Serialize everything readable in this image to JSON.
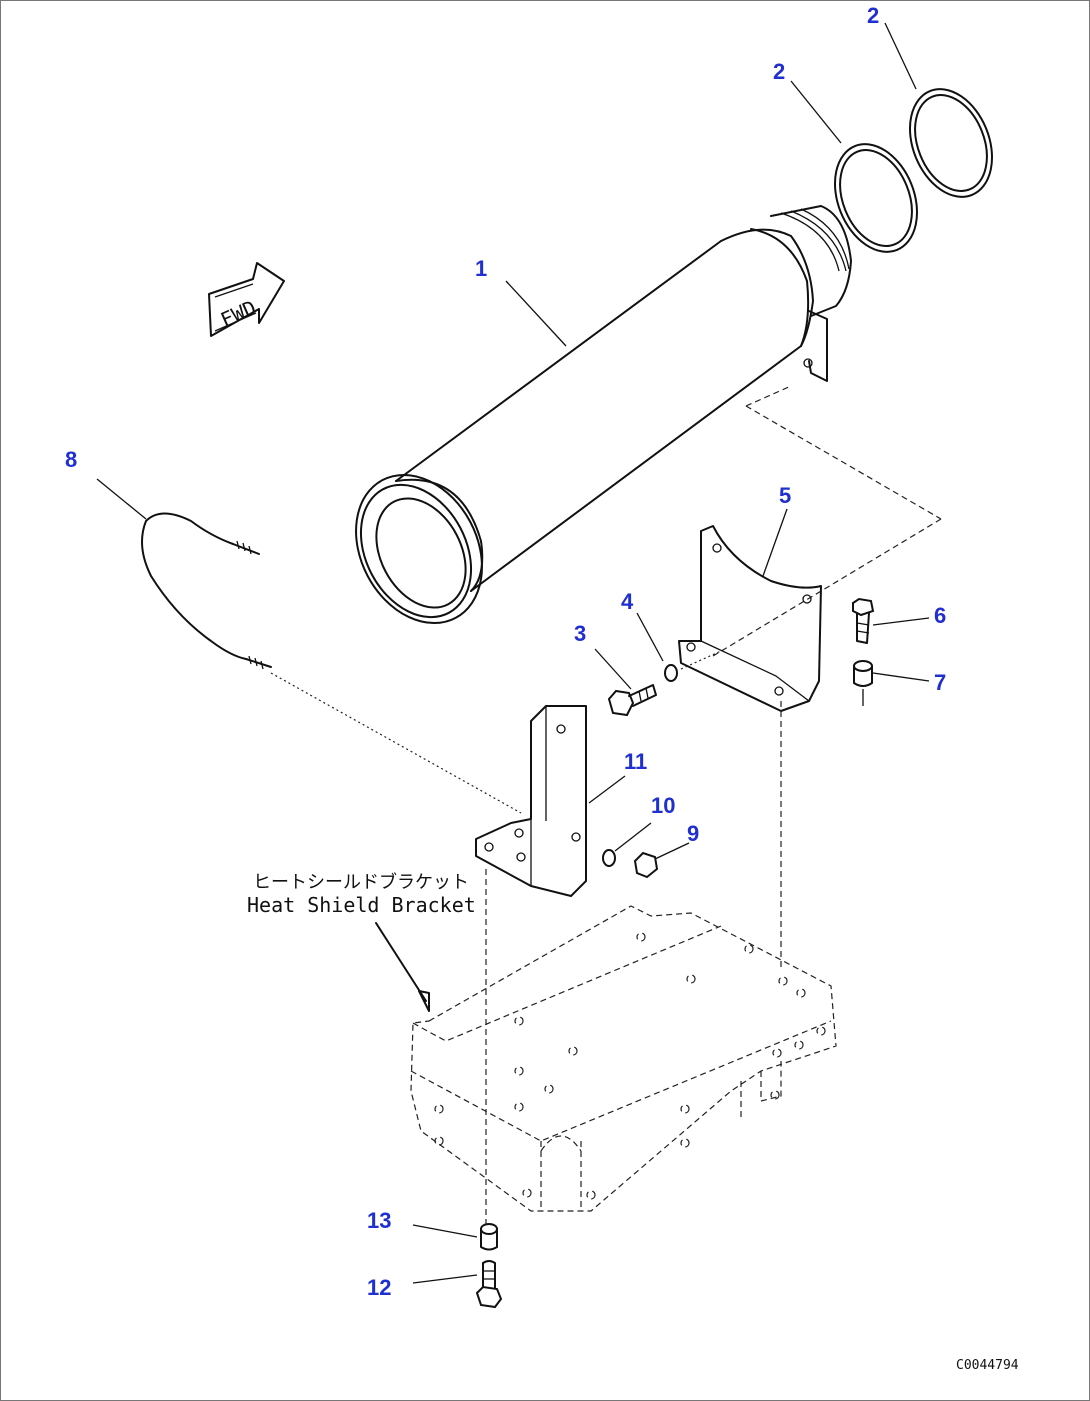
{
  "callouts": [
    {
      "id": "c2a",
      "label": "2"
    },
    {
      "id": "c2b",
      "label": "2"
    },
    {
      "id": "c1",
      "label": "1"
    },
    {
      "id": "c8",
      "label": "8"
    },
    {
      "id": "c5",
      "label": "5"
    },
    {
      "id": "c4",
      "label": "4"
    },
    {
      "id": "c3",
      "label": "3"
    },
    {
      "id": "c6",
      "label": "6"
    },
    {
      "id": "c7",
      "label": "7"
    },
    {
      "id": "c11",
      "label": "11"
    },
    {
      "id": "c10",
      "label": "10"
    },
    {
      "id": "c9",
      "label": "9"
    },
    {
      "id": "c13",
      "label": "13"
    },
    {
      "id": "c12",
      "label": "12"
    }
  ],
  "fwd_arrow": {
    "label": "FWD"
  },
  "heat_shield_note": {
    "japanese": "ヒートシールドブラケット",
    "english": "Heat Shield Bracket"
  },
  "drawing_code": "C0044794",
  "colors": {
    "callout": "#1f2fd0",
    "line": "#111111",
    "border": "#777777"
  }
}
